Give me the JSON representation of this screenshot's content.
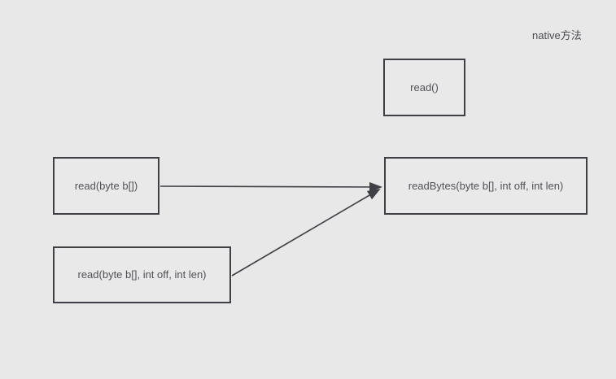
{
  "diagram": {
    "annotation": "native方法",
    "nodes": [
      {
        "id": "read",
        "label": "read()"
      },
      {
        "id": "read-byte-array",
        "label": "read(byte b[])"
      },
      {
        "id": "read-byte-off-len",
        "label": "read(byte b[], int off, int len)"
      },
      {
        "id": "readBytes",
        "label": "readBytes(byte b[], int off, int len)"
      }
    ],
    "edges": [
      {
        "from": "read(byte b[])",
        "to": "readBytes(byte b[], int off, int len)",
        "style": "arrow"
      },
      {
        "from": "read(byte b[], int off, int len)",
        "to": "readBytes(byte b[], int off, int len)",
        "style": "arrow"
      }
    ],
    "colors": {
      "background": "#e8e8e8",
      "box_fill": "#e9e9e9",
      "box_border": "#3f3f46",
      "arrow": "#3f3f46",
      "text": "#515158"
    }
  }
}
